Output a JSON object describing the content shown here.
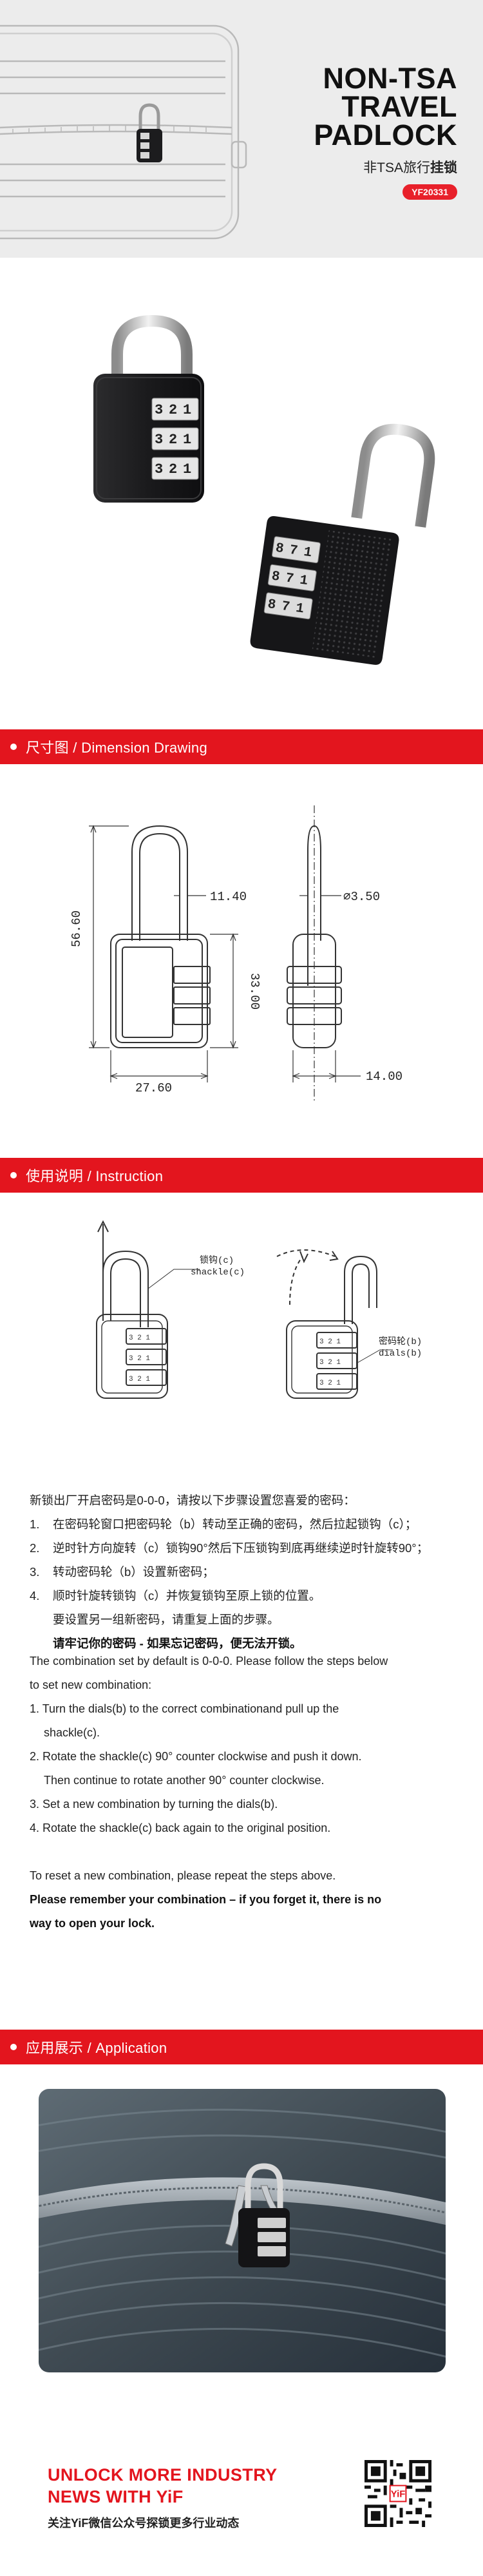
{
  "hero": {
    "title_lines": [
      "NON-TSA",
      "TRAVEL",
      "PADLOCK"
    ],
    "subtitle_prefix": "非TSA旅行",
    "subtitle_bold": "挂锁",
    "model_code": "YF20331"
  },
  "lock_dials": {
    "front": [
      "3",
      "2",
      "1"
    ],
    "back": [
      "8",
      "7",
      "1"
    ]
  },
  "sections": {
    "dimension": "尺寸图 / Dimension Drawing",
    "instruction": "使用说明 / Instruction",
    "application": "应用展示 / Application"
  },
  "dimensions": {
    "height": "56.60",
    "shackle_width": "11.40",
    "body_width": "27.60",
    "body_height": "33.00",
    "shackle_diameter": "∅3.50",
    "depth": "14.00"
  },
  "callouts": {
    "shackle_cn": "锁钩(c)",
    "shackle_en": "shackle(c)",
    "dials_cn": "密码轮(b)",
    "dials_en": "dials(b)"
  },
  "instructions_cn": {
    "intro": "新锁出厂开启密码是0-0-0，请按以下步骤设置您喜爱的密码：",
    "steps": [
      {
        "n": "1.",
        "text": "在密码轮窗口把密码轮（b）转动至正确的密码，然后拉起锁钩（c）；"
      },
      {
        "n": "2.",
        "text": "逆时针方向旋转（c）锁钩90°然后下压锁钩到底再继续逆时针旋转90°；"
      },
      {
        "n": "3.",
        "text": "转动密码轮（b）设置新密码；"
      },
      {
        "n": "4.",
        "text": "顺时针旋转锁钩（c）并恢复锁钩至原上锁的位置。"
      }
    ],
    "reset": "要设置另一组新密码，请重复上面的步骤。",
    "warning": "请牢记你的密码 - 如果忘记密码，便无法开锁。"
  },
  "instructions_en": {
    "intro_1": "The combination set by default is 0-0-0. Please follow the steps below",
    "intro_2": "to set new combination:",
    "s1a": "1. Turn the dials(b) to the correct combinationand pull up the",
    "s1b": "shackle(c).",
    "s2a": "2. Rotate the shackle(c) 90° counter clockwise and push it down.",
    "s2b": "Then continue to rotate another 90° counter clockwise.",
    "s3": "3. Set a new combination by turning the dials(b).",
    "s4": "4. Rotate the shackle(c) back again to the original position.",
    "reset": "To reset a new combination, please repeat the steps above.",
    "warn_1": "Please remember your combination – if you forget it, there is no",
    "warn_2": "way to open your lock."
  },
  "footer": {
    "title_1": "UNLOCK MORE INDUSTRY",
    "title_2": "NEWS WITH YiF",
    "sub": "关注YiF微信公众号探锁更多行业动态",
    "qr_label": "YiF"
  },
  "colors": {
    "accent": "#e3151e",
    "hero_bg": "#ececec",
    "lock_body": "#1c1c1e"
  }
}
